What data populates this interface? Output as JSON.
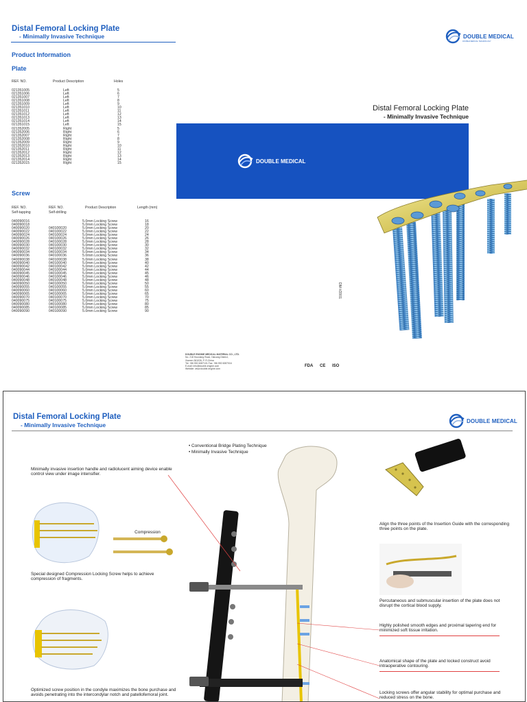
{
  "brand": {
    "name": "DOUBLE MEDICAL",
    "tagline": "DOUBLE MEDICAL TECHNOLOGY",
    "blue": "#1f5fbf",
    "band_blue": "#1652c0"
  },
  "catalog": {
    "title": "Distal Femoral Locking Plate",
    "subtitle": "- Minimally Invasive Technique",
    "section_product_info": "Product Information",
    "section_plate": "Plate",
    "section_screw": "Screw",
    "plate_table": {
      "headers": [
        "REF. NO.",
        "Product Description",
        "Holes"
      ],
      "ref": [
        "021351005",
        "021351006",
        "021351007",
        "021351008",
        "021351009",
        "021351010",
        "021351011",
        "021351012",
        "021351013",
        "021351014",
        "021351015",
        "021352005",
        "021352006",
        "021352007",
        "021352008",
        "021352009",
        "021352010",
        "021352011",
        "021352012",
        "021352013",
        "021352014",
        "021352015"
      ],
      "description": [
        "Left",
        "Left",
        "Left",
        "Left",
        "Left",
        "Left",
        "Left",
        "Left",
        "Left",
        "Left",
        "Left",
        "Right",
        "Right",
        "Right",
        "Right",
        "Right",
        "Right",
        "Right",
        "Right",
        "Right",
        "Right",
        "Right"
      ],
      "holes": [
        "5",
        "6",
        "7",
        "8",
        "9",
        "10",
        "11",
        "12",
        "13",
        "14",
        "15",
        "5",
        "6",
        "7",
        "8",
        "9",
        "10",
        "11",
        "12",
        "13",
        "14",
        "15"
      ]
    },
    "screw_table": {
      "headers": [
        "REF. NO.\nSelf-tapping",
        "REF. NO.\nSelf-drilling",
        "Product Description",
        "Length (mm)"
      ],
      "self_tapping": [
        "040090016",
        "040090018",
        "040090020",
        "040090022",
        "040090024",
        "040090026",
        "040090028",
        "040090030",
        "040090032",
        "040090034",
        "040090036",
        "040090038",
        "040090040",
        "040090042",
        "040090044",
        "040090045",
        "040090046",
        "040090048",
        "040090050",
        "040090055",
        "040090060",
        "040090065",
        "040090070",
        "040090075",
        "040090080",
        "040090085",
        "040090090"
      ],
      "self_drilling": [
        "",
        "",
        "040100020",
        "040100022",
        "040100024",
        "040100026",
        "040100028",
        "040100030",
        "040100032",
        "040100034",
        "040100036",
        "040100038",
        "040100040",
        "040100042",
        "040100044",
        "040100045",
        "040100046",
        "040100048",
        "040100050",
        "040100055",
        "040100060",
        "040100065",
        "040100070",
        "040100075",
        "040100080",
        "040100085",
        "040100090"
      ],
      "description": "5.0mm Locking Screw",
      "length": [
        "16",
        "18",
        "20",
        "22",
        "24",
        "26",
        "28",
        "30",
        "32",
        "34",
        "36",
        "38",
        "40",
        "42",
        "44",
        "45",
        "46",
        "48",
        "50",
        "55",
        "60",
        "65",
        "70",
        "75",
        "80",
        "85",
        "90"
      ]
    }
  },
  "cover": {
    "title": "Distal Femoral Locking Plate",
    "subtitle": "- Minimally Invasive Technique",
    "vertical_code": "DM-V2001",
    "company_name": "DOUBLE ENGINE MEDICAL MATERIAL CO., LTD.",
    "address_1": "No. 218 Houxiang Road, Haicang District,",
    "address_2": "Xiamen 361026, P. R.China",
    "phone": "Tel: +86 592 6087101    Fax: +86 592 6087016",
    "email": "E-mail: info@double-engine.com",
    "website": "Website: www.double-engine.com",
    "certs": [
      "FDA",
      "CE",
      "ISO"
    ]
  },
  "technique": {
    "title": "Distal Femoral Locking Plate",
    "subtitle": "- Minimally Invasive Technique",
    "bullets": [
      "• Conventional Bridge Plating Technique",
      "• Minimally Invasive Technique"
    ],
    "compression_label": "Compression",
    "captions": {
      "insertion_handle": "Minimally invasive insertion handle and radiolucent aiming device enable control view under image intensifier.",
      "compression_screw": "Special designed Compression Locking Screw helps to achieve compression of fragments.",
      "screw_position": "Optimized screw position in the condyle maximizes the bone purchase and avoids penetrating into the intercondylar notch and patellofemoral joint.",
      "align_guide": "Align the three points of the Insertion Guide with the corresponding three points on the plate.",
      "percutaneous": "Percutaneous and submuscular insertion of the plate does not disrupt the cortical blood supply.",
      "polished_edges": "Highly polished smooth edges and proximal tapering end for minimized soft tissue irritation.",
      "anatomical_shape": "Anatomical shape of the plate and locked construct avoid intraoperative contouring.",
      "locking_screws": "Locking screws offer angular stability for optimal purchase and reduced stress on the bone."
    }
  }
}
